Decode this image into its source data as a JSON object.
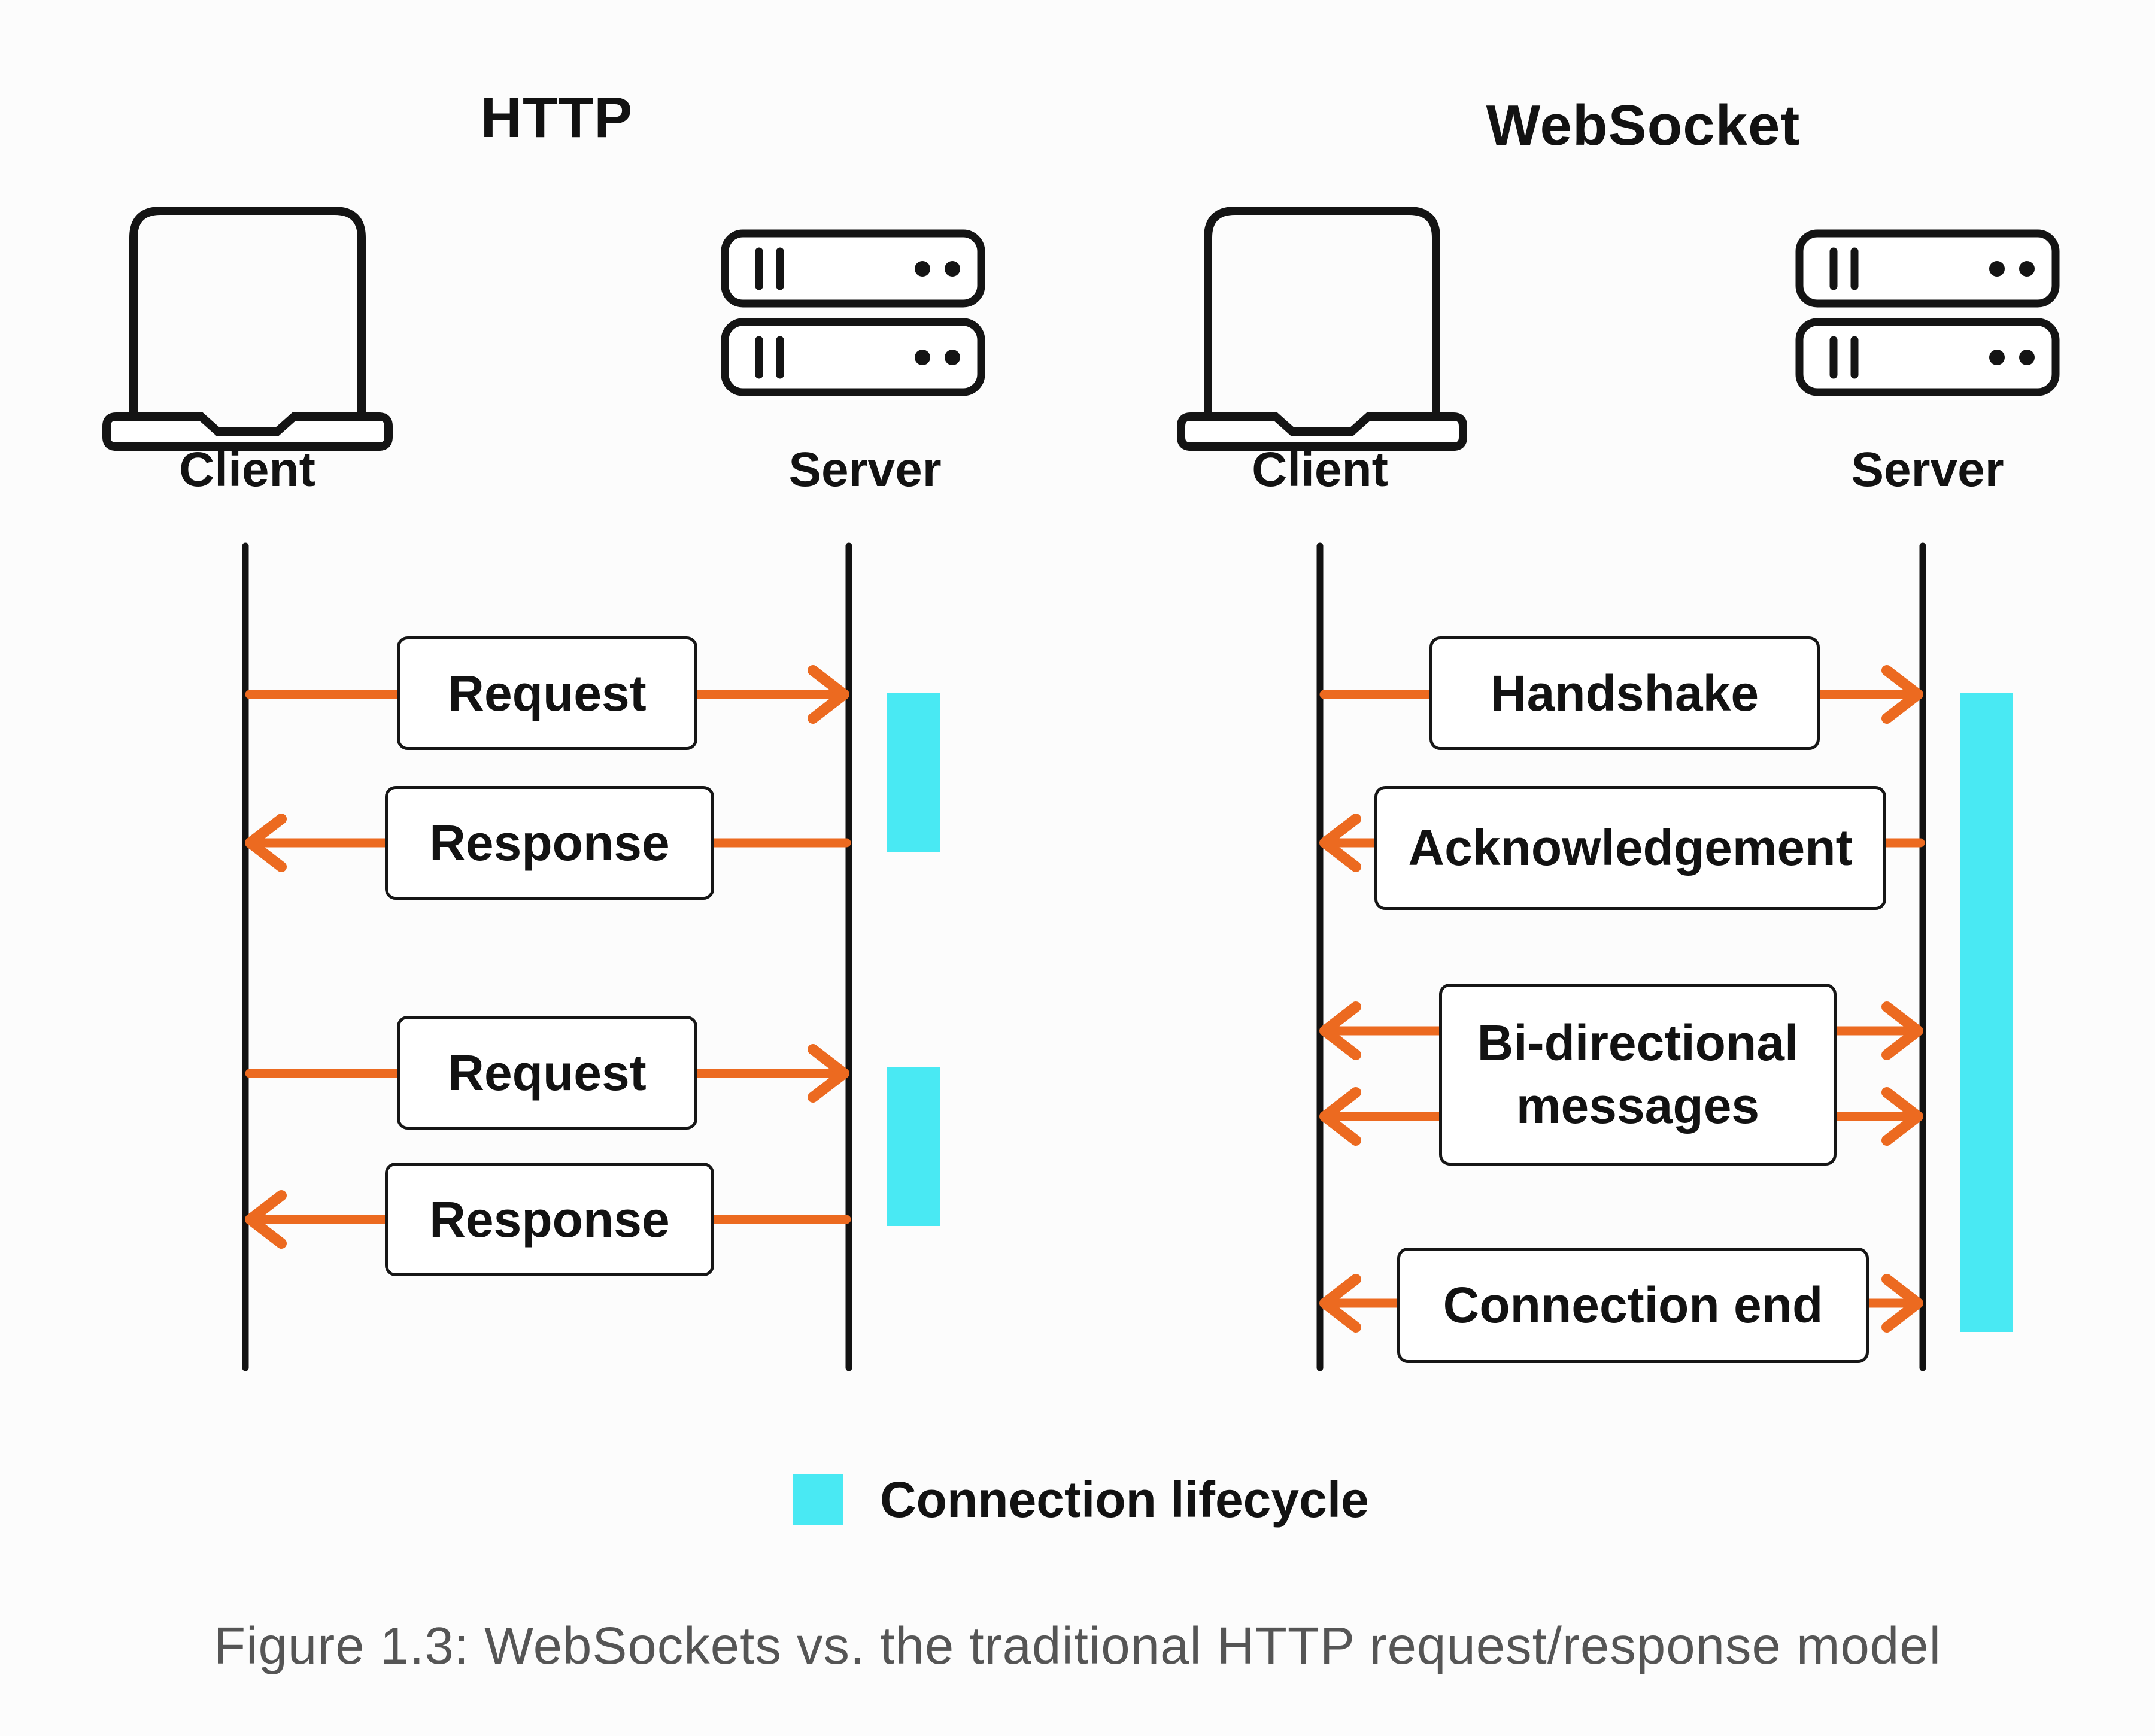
{
  "diagram": {
    "http": {
      "title": "HTTP",
      "client_label": "Client",
      "server_label": "Server",
      "messages": [
        {
          "label": "Request",
          "direction": "client-to-server"
        },
        {
          "label": "Response",
          "direction": "server-to-client"
        },
        {
          "label": "Request",
          "direction": "client-to-server"
        },
        {
          "label": "Response",
          "direction": "server-to-client"
        }
      ]
    },
    "websocket": {
      "title": "WebSocket",
      "client_label": "Client",
      "server_label": "Server",
      "messages": [
        {
          "label": "Handshake",
          "direction": "client-to-server"
        },
        {
          "label": "Acknowledgement",
          "direction": "server-to-client"
        },
        {
          "label": "Bi-directional messages",
          "direction": "bidirectional"
        },
        {
          "label": "Connection end",
          "direction": "bidirectional"
        }
      ]
    },
    "legend": {
      "label": "Connection lifecycle",
      "swatch_color": "#49e9f3"
    },
    "caption": "Figure 1.3: WebSockets vs. the traditional HTTP request/response model",
    "colors": {
      "arrow": "#ec6a20",
      "lifecycle": "#49e9f3",
      "line": "#121212",
      "background": "#fcfcfc"
    }
  }
}
